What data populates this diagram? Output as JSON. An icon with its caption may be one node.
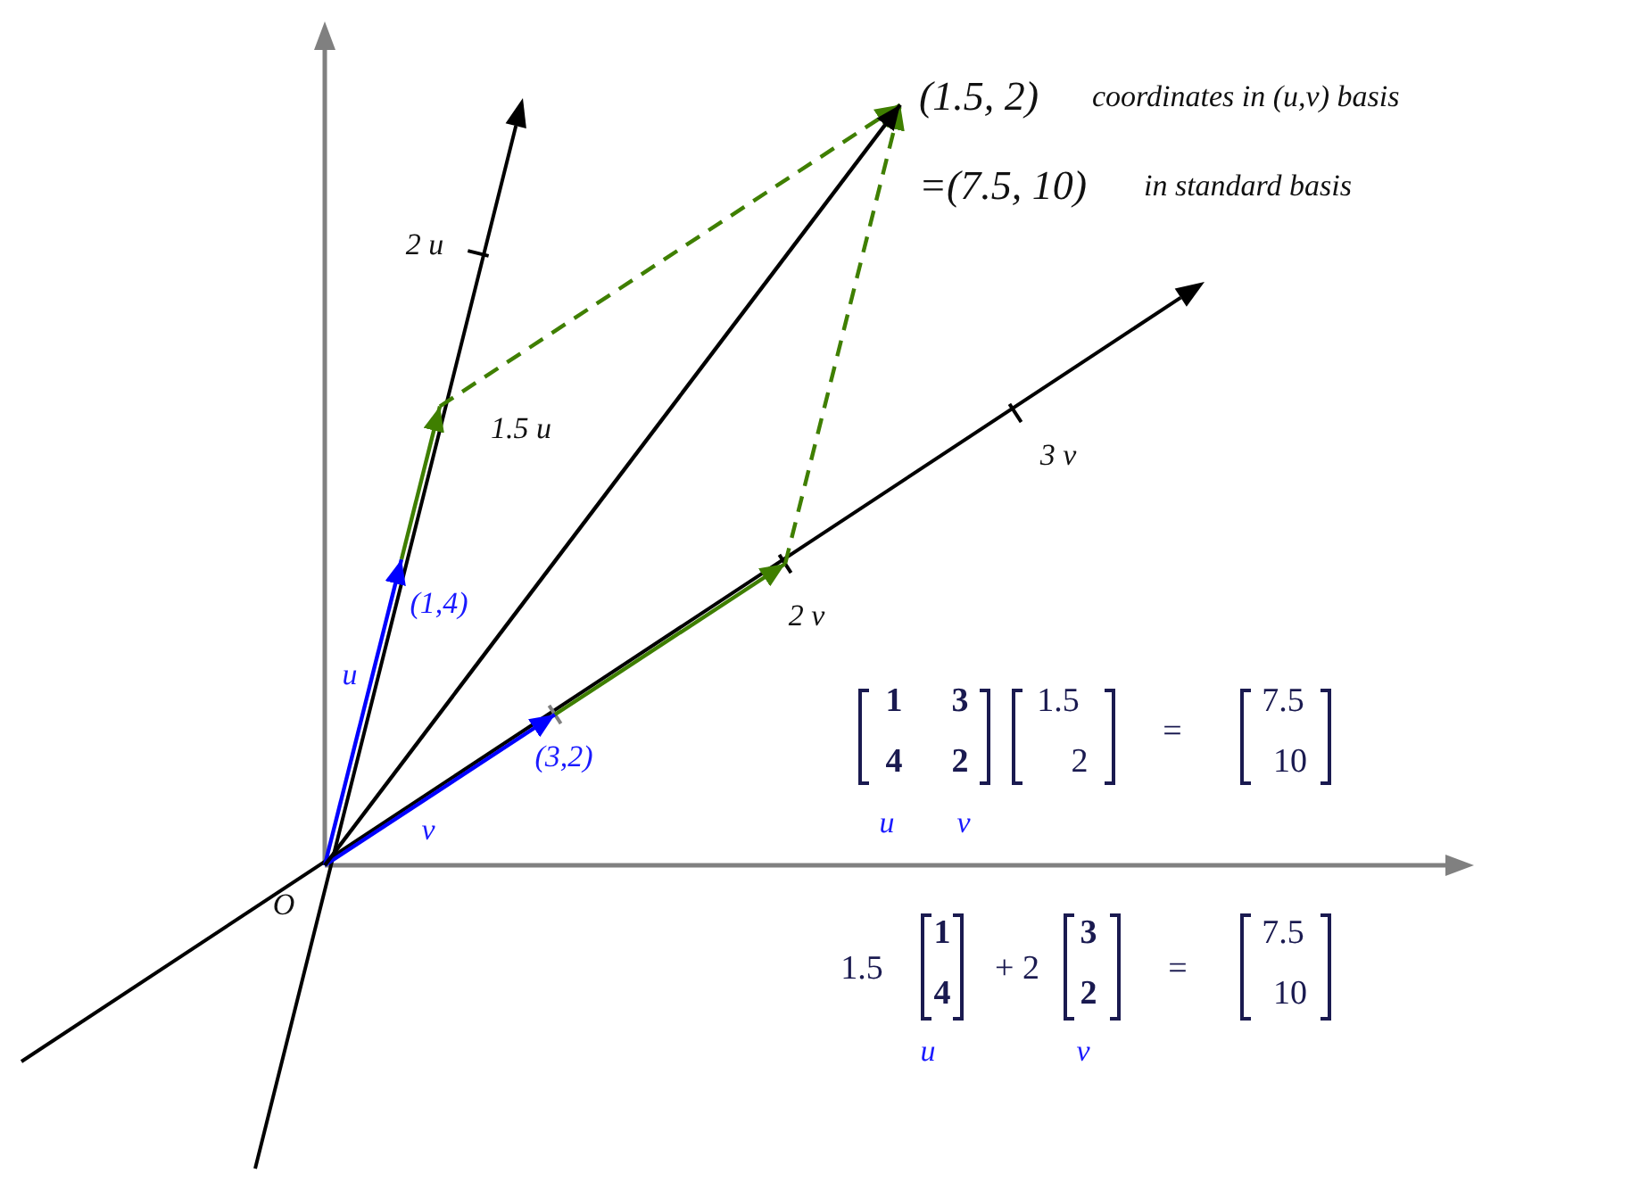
{
  "diagram": {
    "nodes": [
      {
        "text": [
          "O"
        ]
      },
      {
        "text": [
          "(1,4)"
        ]
      },
      {
        "text": [
          "(3,2)"
        ]
      },
      {
        "text": [
          "1.5 u"
        ]
      },
      {
        "text": [
          "2 v"
        ]
      },
      {
        "text": [
          "(1.5, 2)"
        ],
        "beside": [
          "coordinates in (u,v) basis"
        ]
      }
    ],
    "edges": [
      {
        "from": 0,
        "to": 1,
        "arrow": "to",
        "label": "u",
        "color": "#0000ff"
      },
      {
        "from": 0,
        "to": 2,
        "arrow": "to",
        "label": "v",
        "color": "#0000ff"
      },
      {
        "from": 1,
        "to": 3,
        "arrow": "to"
      },
      {
        "from": 2,
        "to": 4,
        "arrow": "to"
      },
      {
        "from": 3,
        "to": 5,
        "arrow": "to",
        "style": "dashed"
      },
      {
        "from": 4,
        "to": 5,
        "arrow": "to",
        "style": "dashed"
      },
      {
        "from": 0,
        "to": 5,
        "arrow": "to",
        "color": "#000000"
      }
    ],
    "labels": [
      "=(7.5, 10)",
      "in standard basis",
      "2 u",
      "3 v",
      "1",
      "3",
      "1.5",
      "=",
      "7.5",
      "4",
      "2",
      "2",
      "10",
      "u",
      "v",
      "1.5",
      "1",
      "+ 2",
      "3",
      "=",
      "7.5",
      "4",
      "2",
      "10",
      "u",
      "v"
    ]
  }
}
